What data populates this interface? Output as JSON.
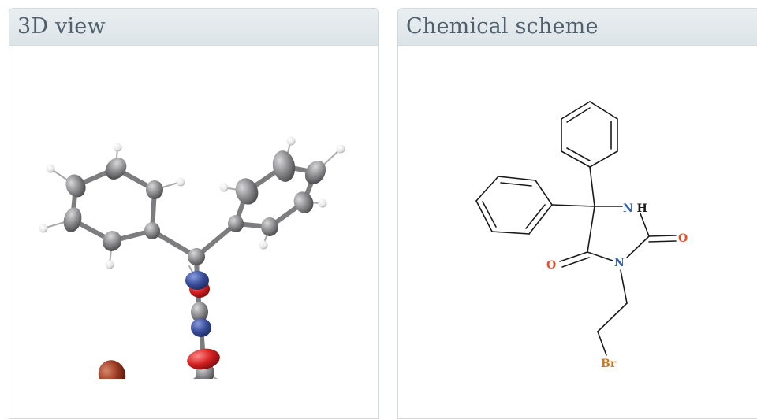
{
  "panels": {
    "view3d": {
      "title": "3D view"
    },
    "scheme": {
      "title": "Chemical scheme"
    }
  },
  "scheme": {
    "labels": {
      "nh": "NH",
      "n": "N",
      "o1": "O",
      "o2": "O",
      "br": "Br"
    }
  },
  "colors": {
    "carbon": "#8a8a8d",
    "hydrogen": "#f2f2f2",
    "nitrogen": "#3a4e9a",
    "oxygen": "#d42020",
    "bromine": "#9a3a22",
    "scheme_N": "#2f5fb0",
    "scheme_O": "#e1502a",
    "scheme_Br": "#c97a1f",
    "header_text": "#4f5f6b"
  }
}
